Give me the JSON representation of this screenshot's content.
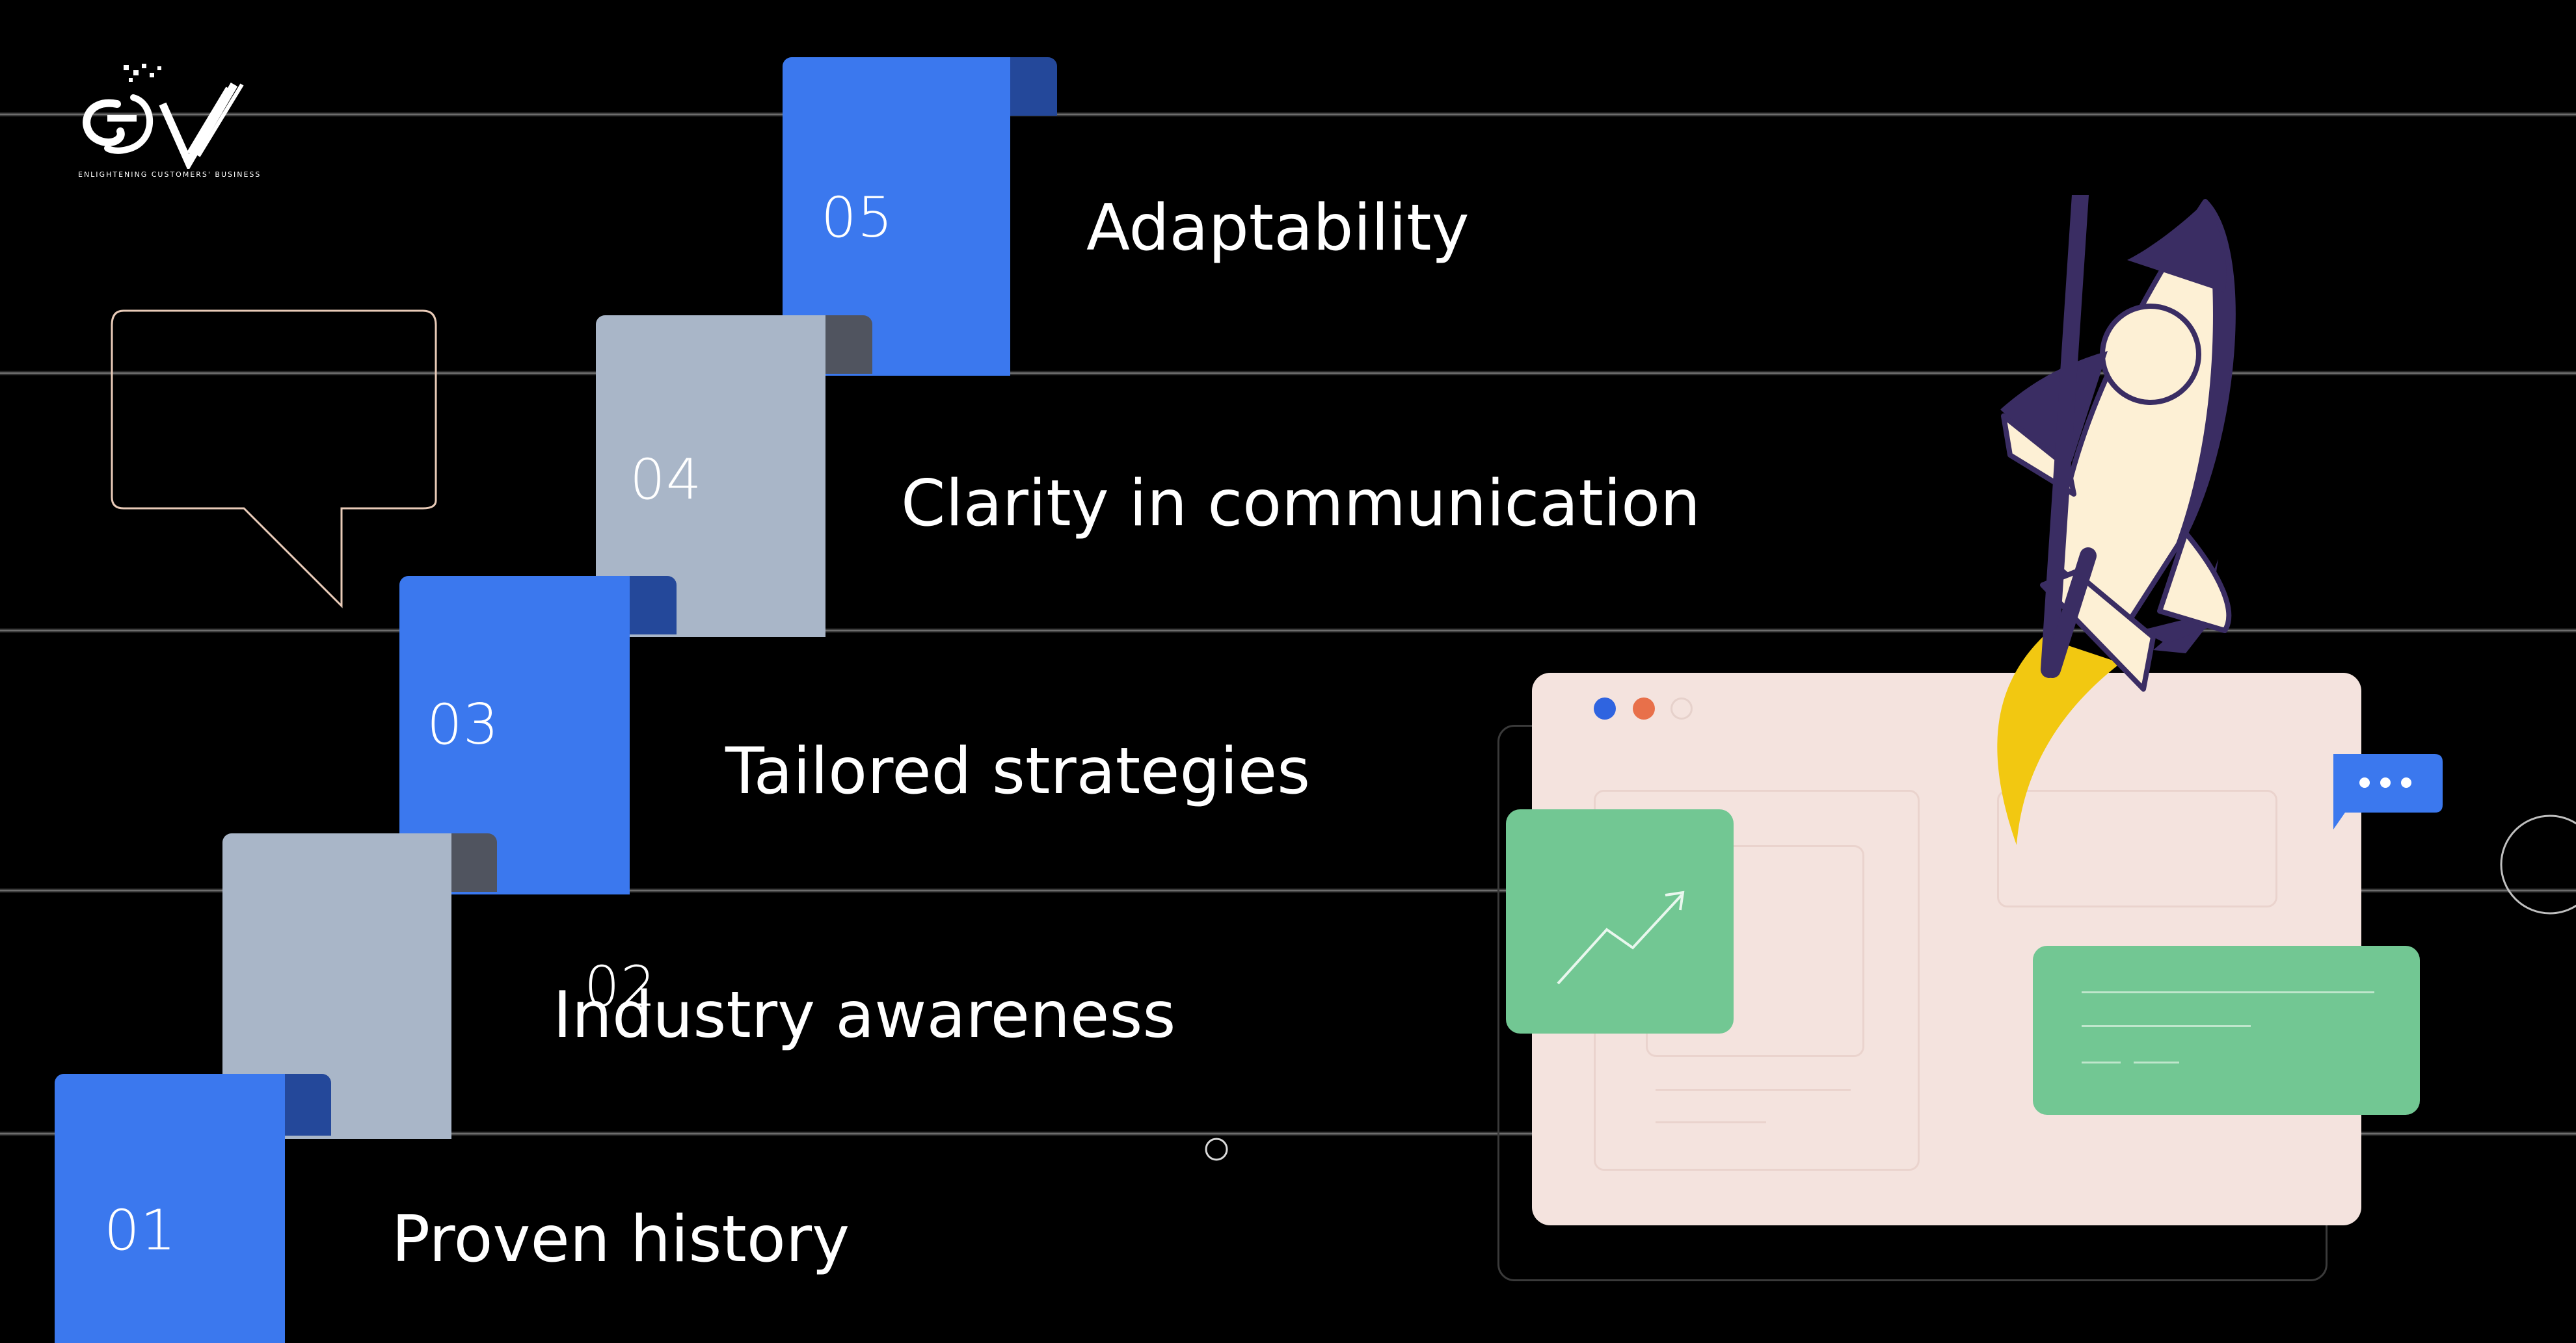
{
  "logo": {
    "tagline": "ENLIGHTENING CUSTOMERS' BUSINESS"
  },
  "steps": [
    {
      "number": "01",
      "label": "Proven history",
      "color": "#3b78ee"
    },
    {
      "number": "02",
      "label": "Industry awareness",
      "color": "#a9b6c8"
    },
    {
      "number": "03",
      "label": "Tailored strategies",
      "color": "#3b78ee"
    },
    {
      "number": "04",
      "label": "Clarity in communication",
      "color": "#a9b6c8"
    },
    {
      "number": "05",
      "label": "Adaptability",
      "color": "#3b78ee"
    }
  ],
  "colors": {
    "background": "#000000",
    "blue": "#3b78ee",
    "gray": "#a9b6c8",
    "dark_blue_fold": "#24489a",
    "dark_gray_fold": "#50545f",
    "browser": "#f4e3de",
    "green": "#72c793",
    "rocket_body": "#fdf0d5",
    "rocket_dark": "#3a2d63",
    "flame": "#f2c811"
  },
  "icons": [
    "logo-icon",
    "speech-bubble-icon",
    "rocket-icon",
    "chart-arrow-icon",
    "chat-dots-icon"
  ]
}
